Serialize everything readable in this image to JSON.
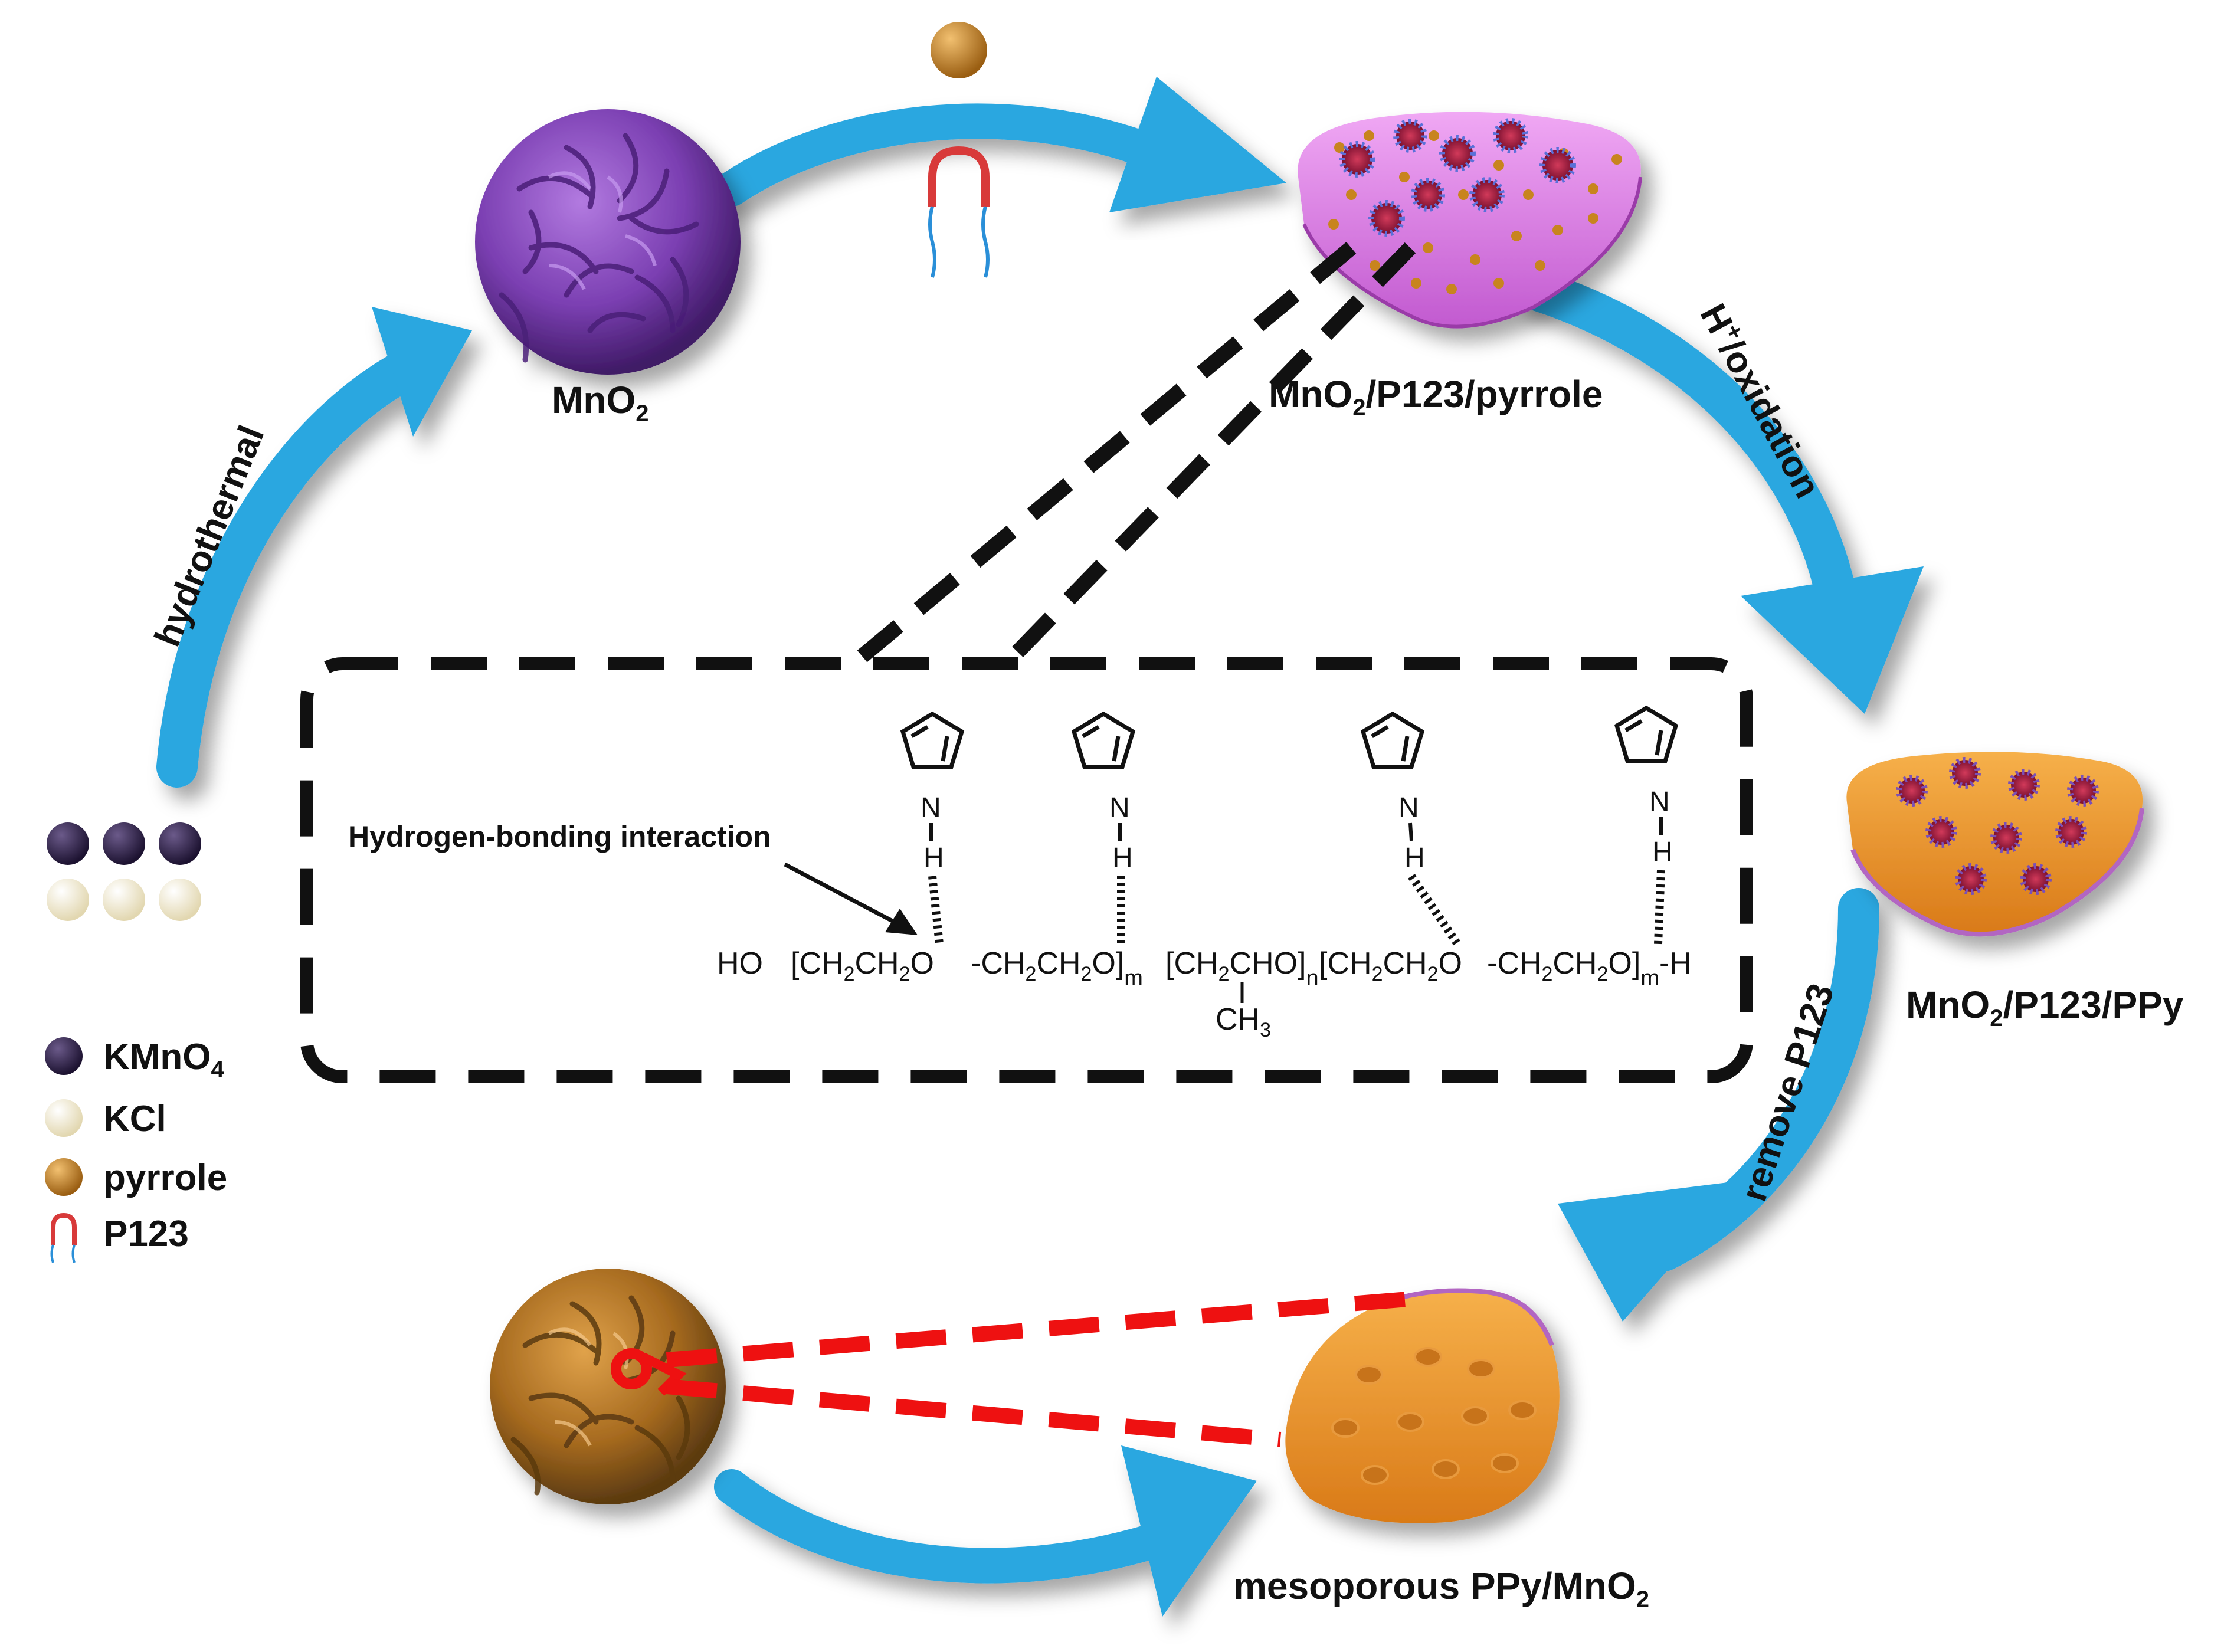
{
  "colors": {
    "arrow": "#2aa7e0",
    "mno2": "#7b3fb2",
    "pink_matrix": "#e07ce8",
    "ppy": "#e8922a",
    "kmno4": "#2e1f47",
    "kcl": "#f3ecd0",
    "pyrrole": "#c8841e",
    "highlight": "#ee1111"
  },
  "labels": {
    "mno2": "MnO",
    "mno2_sub": "2",
    "step1": "MnO",
    "step1_sub": "2",
    "step1_rest": "/P123/pyrrole",
    "step2": "MnO",
    "step2_sub": "2",
    "step2_rest": "/P123/PPy",
    "final": "mesoporous PPy/MnO",
    "final_sub": "2",
    "hydrothermal": "hydrothermal",
    "oxidation_h": "H",
    "oxidation_sup": "+",
    "oxidation_rest": "/oxidation",
    "remove": "remove P123"
  },
  "legend": {
    "kmno4": "KMnO",
    "kmno4_sub": "4",
    "kcl": "KCl",
    "pyrrole": "pyrrole",
    "p123": "P123"
  },
  "inset": {
    "annotation": "Hydrogen-bonding interaction",
    "nh_n": "N",
    "nh_h": "H",
    "chain": {
      "ho": "HO",
      "unit_a1": "CH",
      "unit_a2": "CH",
      "o": "O",
      "m": "m",
      "n": "n",
      "ch": "CH",
      "cho": "CHO",
      "ch3": "CH",
      "h_end": "H",
      "sub2": "2",
      "sub3": "3"
    }
  }
}
